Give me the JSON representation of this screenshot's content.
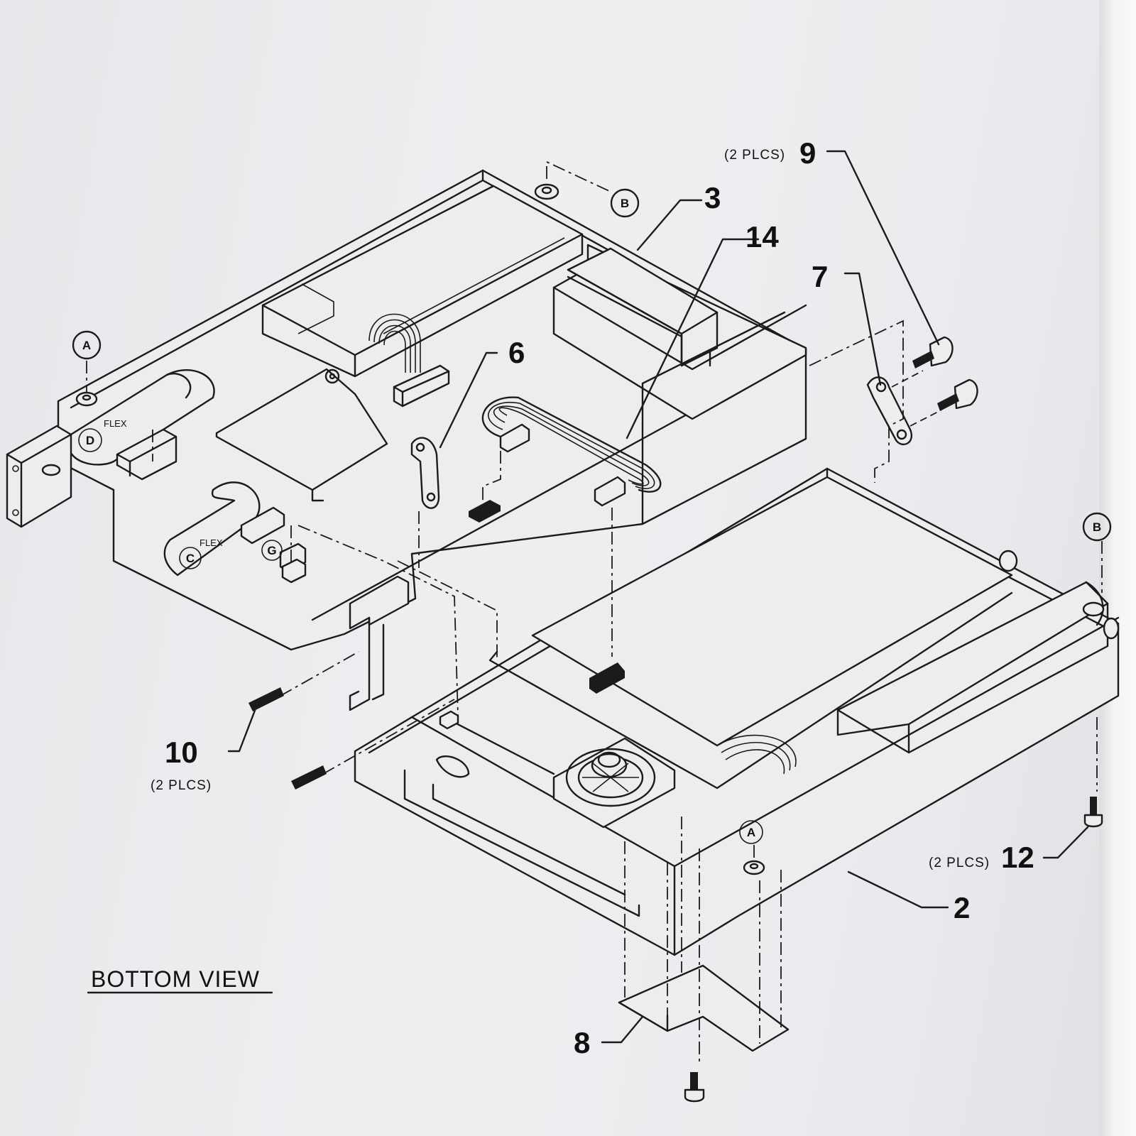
{
  "view_title": "BOTTOM VIEW",
  "callouts": [
    {
      "id": "c3",
      "number": "3",
      "qty": ""
    },
    {
      "id": "c14",
      "number": "14",
      "qty": ""
    },
    {
      "id": "c7",
      "number": "7",
      "qty": ""
    },
    {
      "id": "c9",
      "number": "9",
      "qty": "(2 PLCS)"
    },
    {
      "id": "c6",
      "number": "6",
      "qty": ""
    },
    {
      "id": "c10",
      "number": "10",
      "qty": "(2 PLCS)"
    },
    {
      "id": "c12",
      "number": "12",
      "qty": "(2 PLCS)"
    },
    {
      "id": "c2",
      "number": "2",
      "qty": ""
    },
    {
      "id": "c8",
      "number": "8",
      "qty": ""
    }
  ],
  "reference_markers": [
    {
      "id": "refA1",
      "letter": "A"
    },
    {
      "id": "refB1",
      "letter": "B"
    },
    {
      "id": "refD",
      "letter": "D"
    },
    {
      "id": "refC",
      "letter": "C"
    },
    {
      "id": "refG",
      "letter": "G"
    },
    {
      "id": "refB2",
      "letter": "B"
    },
    {
      "id": "refA2",
      "letter": "A"
    }
  ],
  "flex_labels": [
    "FLEX",
    "FLEX"
  ]
}
